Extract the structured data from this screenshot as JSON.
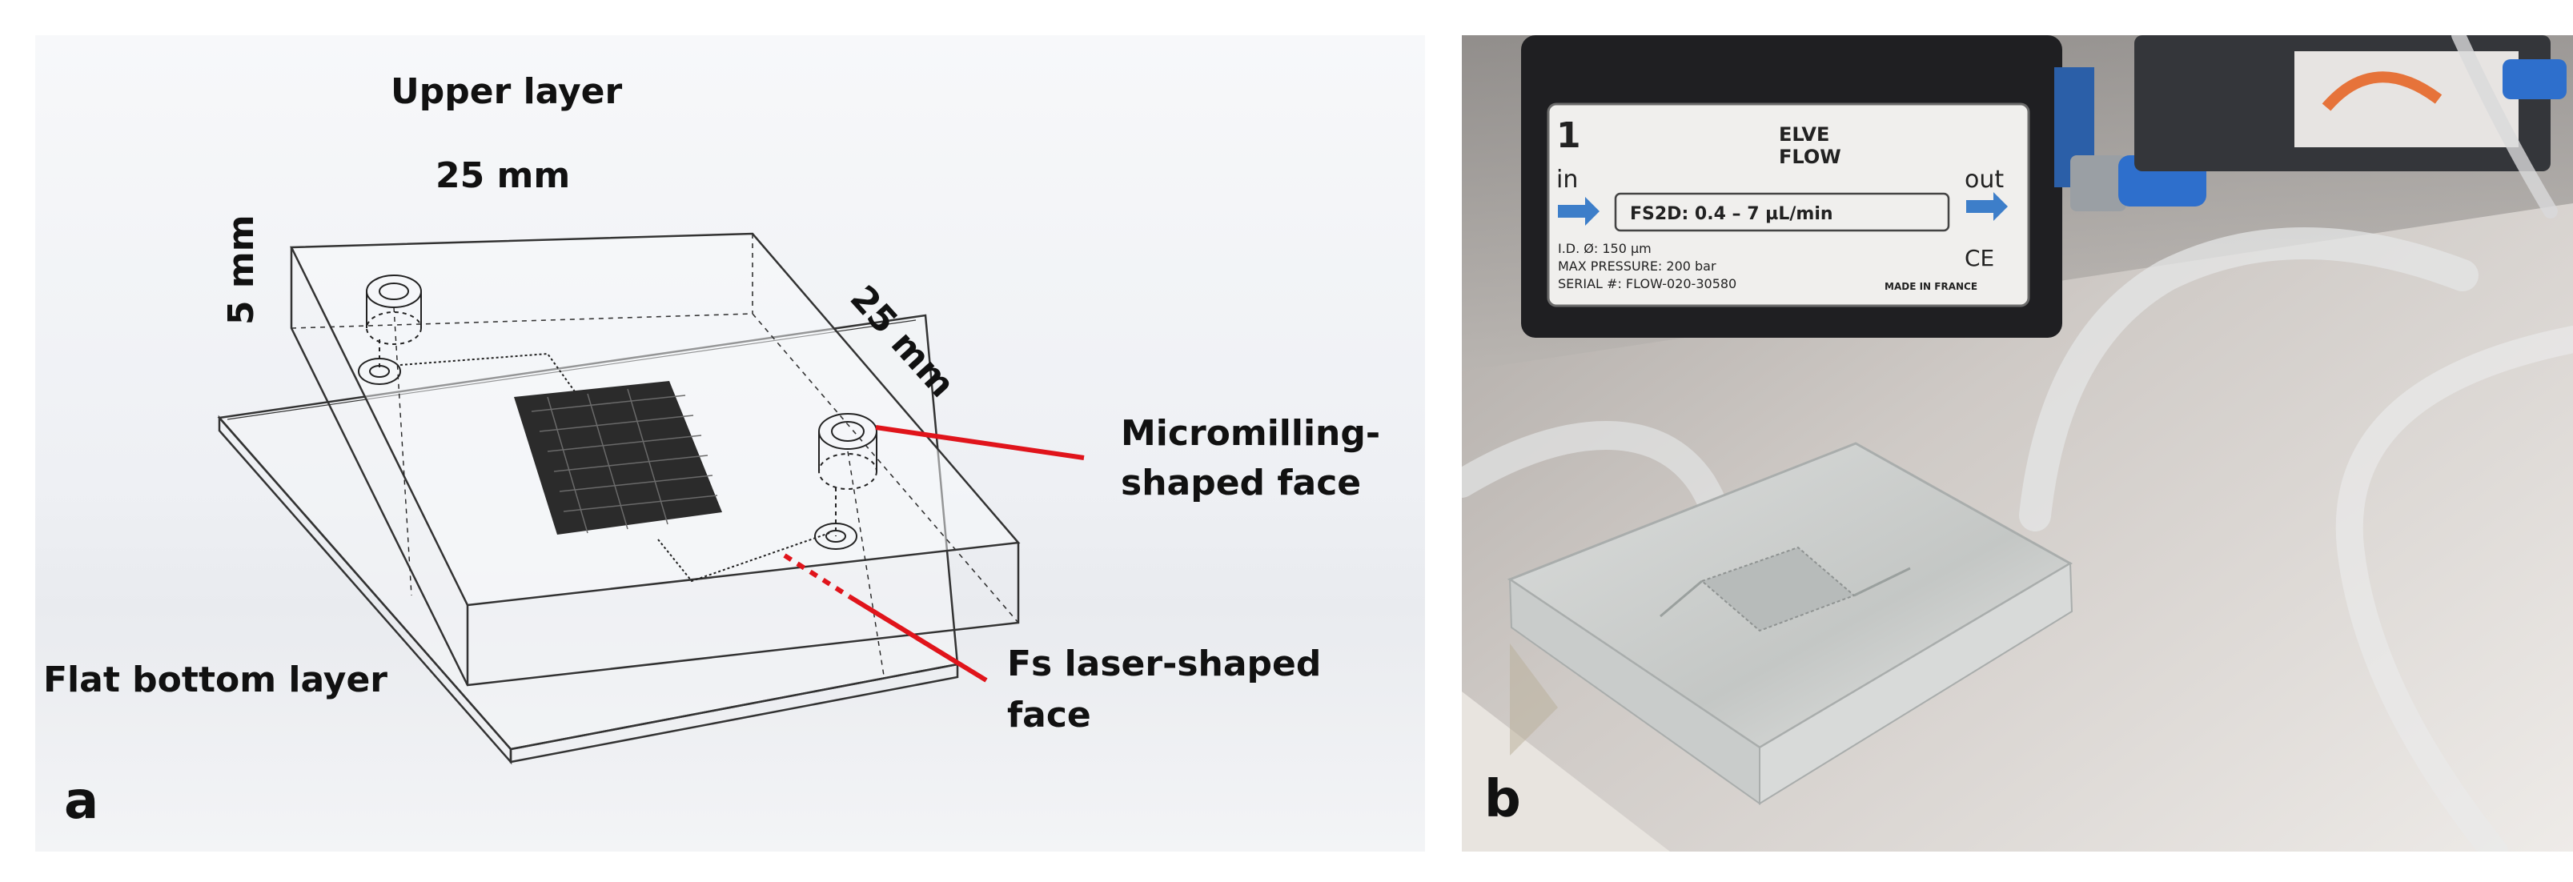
{
  "panel_a": {
    "letter": "a",
    "upper_layer": "Upper layer",
    "width_dim": "25 mm",
    "depth_dim": "25 mm",
    "height_dim": "5 mm",
    "micromilling_line1": "Micromilling-",
    "micromilling_line2": "shaped face",
    "fs_line1": "Fs laser-shaped",
    "fs_line2": "face",
    "flat_bottom": "Flat bottom layer",
    "callout_color": "#e0141b"
  },
  "panel_b": {
    "letter": "b",
    "device": {
      "number": "1",
      "brand_line1": "ELVE",
      "brand_line2": "FLOW",
      "in": "in",
      "out": "out",
      "model": "FS2D: 0.4 – 7 µL/min",
      "id": "I.D. Ø:  150 µm",
      "pressure": "MAX PRESSURE:  200 bar",
      "serial": "SERIAL #:  FLOW-020-30580",
      "made_in": "MADE IN FRANCE",
      "ce": "CE"
    }
  }
}
